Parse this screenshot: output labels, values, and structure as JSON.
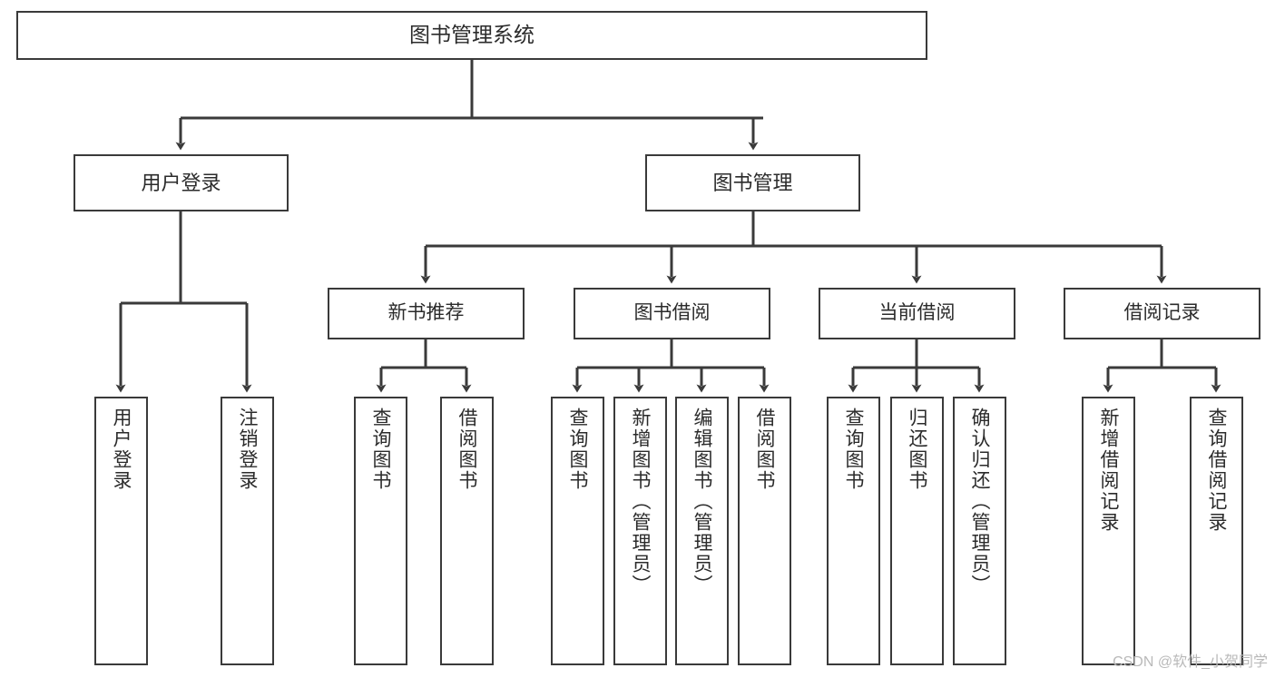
{
  "diagram": {
    "title": "图书管理系统",
    "type": "hierarchy-tree",
    "watermark": "CSDN @软件_小贺同学",
    "colors": {
      "box_border": "#3a3a3a",
      "box_fill": "#ffffff",
      "connector": "#3a3a3a",
      "text": "#2b2b2b",
      "watermark": "#b9b9b9"
    },
    "nodes": {
      "root": {
        "label": "图书管理系统"
      },
      "level2": [
        {
          "label": "用户登录"
        },
        {
          "label": "图书管理"
        }
      ],
      "level3": [
        {
          "label": "新书推荐"
        },
        {
          "label": "图书借阅"
        },
        {
          "label": "当前借阅"
        },
        {
          "label": "借阅记录"
        }
      ],
      "leaves": {
        "user_login": [
          {
            "label": "用户登录"
          },
          {
            "label": "注销登录"
          }
        ],
        "new_book": [
          {
            "label": "查询图书"
          },
          {
            "label": "借阅图书"
          }
        ],
        "book_borrow": [
          {
            "label": "查询图书"
          },
          {
            "label": "新增图书（管理员）"
          },
          {
            "label": "编辑图书（管理员）"
          },
          {
            "label": "借阅图书"
          }
        ],
        "current_borrow": [
          {
            "label": "查询图书"
          },
          {
            "label": "归还图书"
          },
          {
            "label": "确认归还（管理员）"
          }
        ],
        "borrow_record": [
          {
            "label": "新增借阅记录"
          },
          {
            "label": "查询借阅记录"
          }
        ]
      }
    }
  }
}
